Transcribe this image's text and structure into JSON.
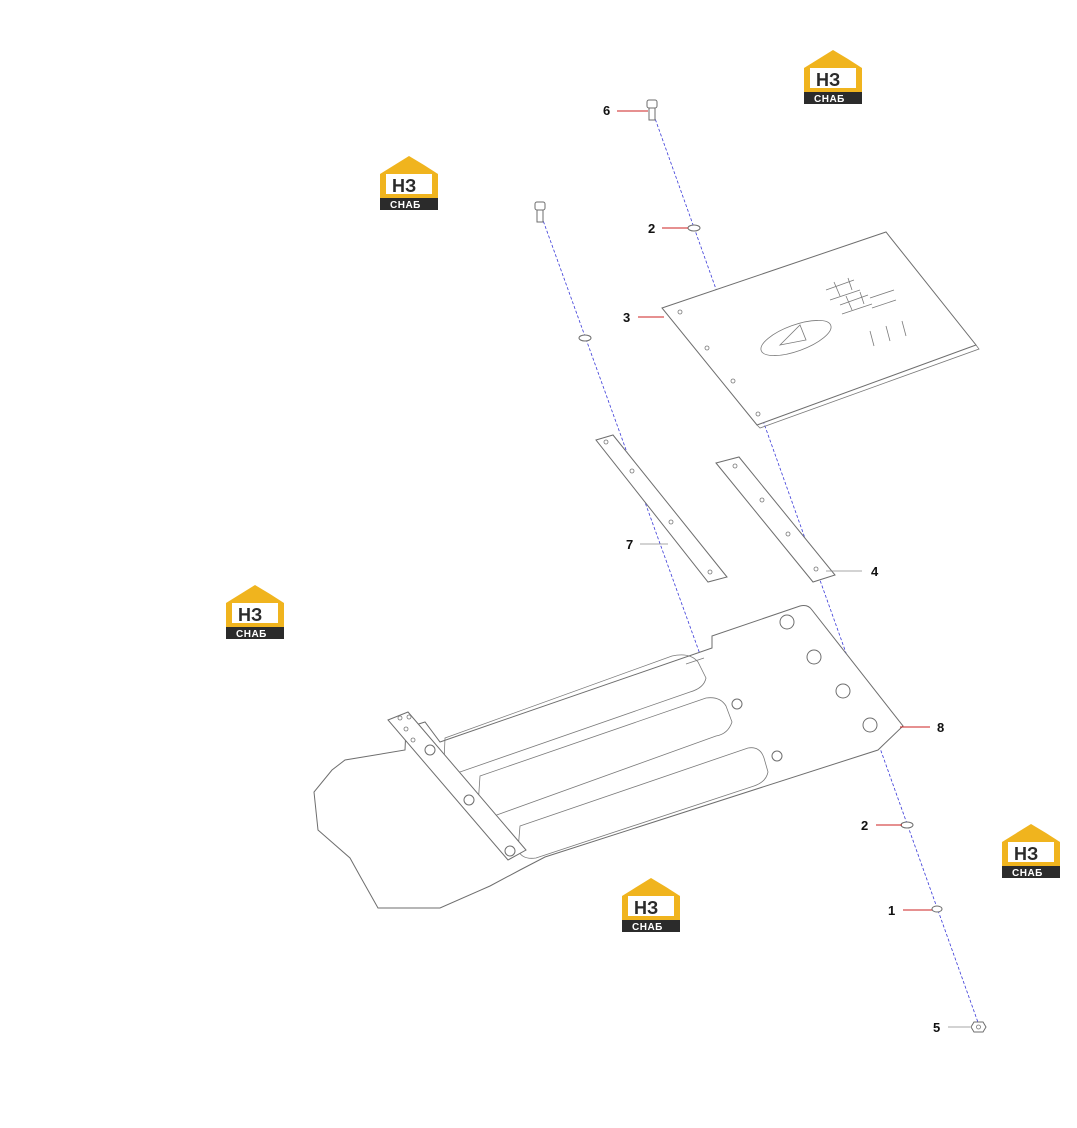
{
  "diagram": {
    "callouts": [
      {
        "id": "c1",
        "label": "1"
      },
      {
        "id": "c2a",
        "label": "2"
      },
      {
        "id": "c2b",
        "label": "2"
      },
      {
        "id": "c3",
        "label": "3"
      },
      {
        "id": "c4",
        "label": "4"
      },
      {
        "id": "c5",
        "label": "5"
      },
      {
        "id": "c6",
        "label": "6"
      },
      {
        "id": "c7",
        "label": "7"
      },
      {
        "id": "c8",
        "label": "8"
      }
    ],
    "plate_markings": "111"
  },
  "watermark": {
    "mark": "НЗ",
    "word": "СНАБ",
    "colors": {
      "roof": "#f0b41e",
      "band": "#2b2b2b",
      "text": "#ffffff"
    }
  },
  "colors": {
    "outline": "#6e6e6e",
    "axis": "#3a3ad8",
    "leader": "#cc2222"
  }
}
